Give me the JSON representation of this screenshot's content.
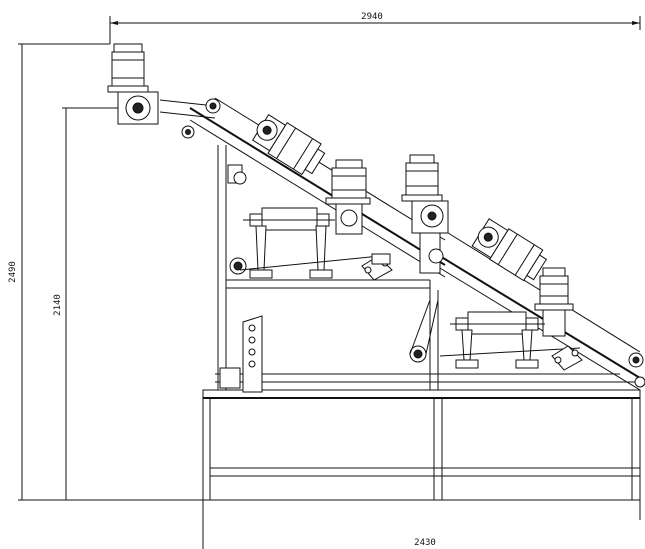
{
  "dimensions": {
    "overall_length": "2940",
    "overall_height": "2490",
    "conveyor_height": "2140",
    "base_length": "2430"
  }
}
